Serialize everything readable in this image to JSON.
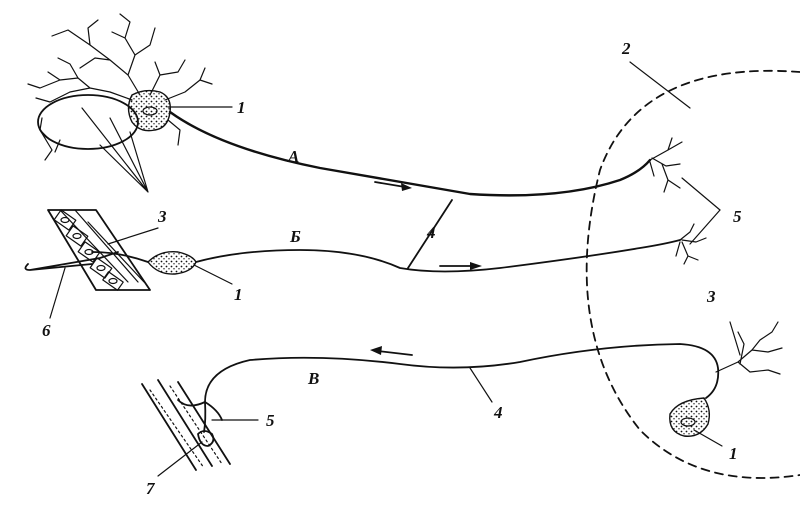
{
  "diagram": {
    "labels": {
      "neuron_a": "А",
      "neuron_b": "Б",
      "neuron_v": "В",
      "body_a": "1",
      "body_b": "1",
      "body_v": "1",
      "cns_boundary": "2",
      "dendrites_a": "3",
      "dendrites_v": "3",
      "axon_ab": "4",
      "axon_v": "4",
      "endings_a": "5",
      "ending_v": "5",
      "receptor": "6",
      "muscle": "7"
    },
    "colors": {
      "ink": "#111111",
      "background": "#ffffff"
    }
  }
}
